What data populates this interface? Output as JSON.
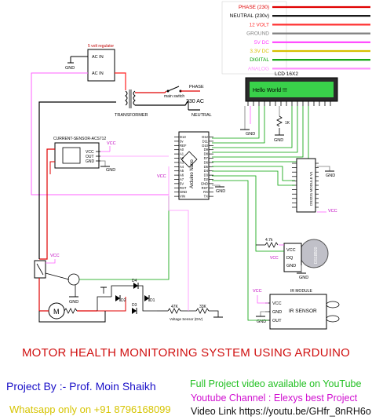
{
  "legend": {
    "items": [
      {
        "label": "PHASE (230)",
        "color": "#e00000"
      },
      {
        "label": "NEUTRAL (230v)",
        "color": "#000000"
      },
      {
        "label": "12 VOLT",
        "color": "#ff3030"
      },
      {
        "label": "GROUND",
        "color": "#808080"
      },
      {
        "label": "5V DC",
        "color": "#ff40ff"
      },
      {
        "label": "3.3V DC",
        "color": "#d8c000"
      },
      {
        "label": "DIGITAL",
        "color": "#00a000"
      },
      {
        "label": "ANALOG",
        "color": "#ff90ff"
      }
    ]
  },
  "regulator": {
    "label": "5 volt regulator",
    "pin_in": "AC IN",
    "pin_out": "AC IN"
  },
  "transformer": {
    "label": "TRANSFORMER"
  },
  "switch": {
    "label": "main switch"
  },
  "mains": {
    "phase": "PHASE",
    "voltage": "230 AC",
    "neutral": "NEUTRAL"
  },
  "lcd": {
    "title": "LCD 16X2",
    "text": "Hello World !!!"
  },
  "pot": {
    "label": "1K"
  },
  "current_sensor": {
    "label": "CURRENT-SENSOR-ACS712",
    "pins": [
      "VCC",
      "OUT",
      "GND"
    ]
  },
  "arduino": {
    "label": "Arduino Nano",
    "left_pins": [
      "D13",
      "3v",
      "REF",
      "A0",
      "A1",
      "A2",
      "A3",
      "A4",
      "A5",
      "A6",
      "A7",
      "5V",
      "RST",
      "GND",
      "VIN"
    ],
    "right_pins": [
      "D12",
      "D11",
      "D10",
      "D9",
      "D8",
      "D7",
      "D6",
      "D5",
      "D4",
      "D3",
      "D2",
      "GND",
      "RST",
      "RX",
      "TX"
    ]
  },
  "rtc": {
    "label": "DS3231 MODULE V1"
  },
  "ds18b20": {
    "pins": [
      "VCC",
      "DQ",
      "GND"
    ],
    "resistor": "4.7k",
    "label": "DS18B20"
  },
  "ir": {
    "label": "IR MODULE",
    "name": "IR SENSOR",
    "pins": [
      "VCC",
      "GND",
      "OUT"
    ]
  },
  "bridge": {
    "diodes": [
      "D1",
      "D2",
      "D3",
      "D4"
    ]
  },
  "divider": {
    "r1": "47K",
    "r2": "33K",
    "label": "Voltage Sensor (DIV)"
  },
  "motor": {
    "label": "M"
  },
  "power_labels": {
    "vcc": "VCC",
    "gnd": "GND"
  },
  "title": "MOTOR HEALTH MONITORING SYSTEM USING ARDUINO",
  "footer": {
    "project_by": "Project By :- Prof. Moin Shaikh",
    "whatsapp": "Whatsapp only on +91 8796168099",
    "video_line": "Full Project video available on YouTube",
    "channel_line": "Youtube Channel : Elexys best Project",
    "link_line": "Video Link https://youtu.be/GHfr_8nRH6o"
  }
}
